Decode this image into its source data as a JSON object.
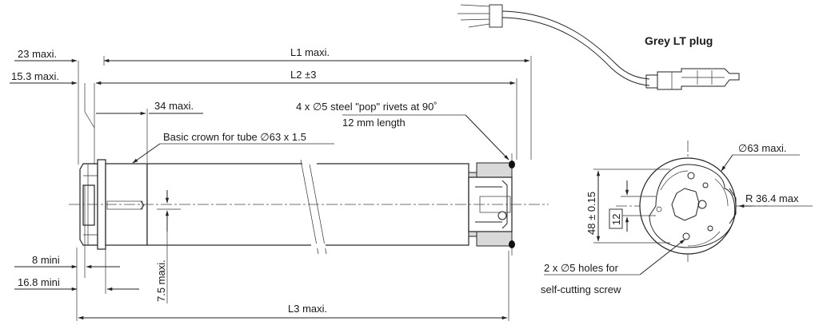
{
  "labels": {
    "l1": "L1 maxi.",
    "l2": "L2 ±3",
    "l3": "L3 maxi.",
    "d23": "23 maxi.",
    "d153": "15.3 maxi.",
    "d34": "34 maxi.",
    "crown": "Basic crown for tube ∅63 x 1.5",
    "rivets_line1": "4 x ∅5 steel \"pop\" rivets at 90˚",
    "rivets_line2": "12 mm length",
    "d8": "8 mini",
    "d168": "16.8 mini",
    "d75": "7.5 maxi.",
    "plug": "Grey LT plug",
    "d63": "∅63 maxi.",
    "r364": "R 36.4 max",
    "d48": "48 ± 0.15",
    "d12": "12",
    "holes_line1": "2 x ∅5 holes for",
    "holes_line2": "self-cutting screw"
  }
}
